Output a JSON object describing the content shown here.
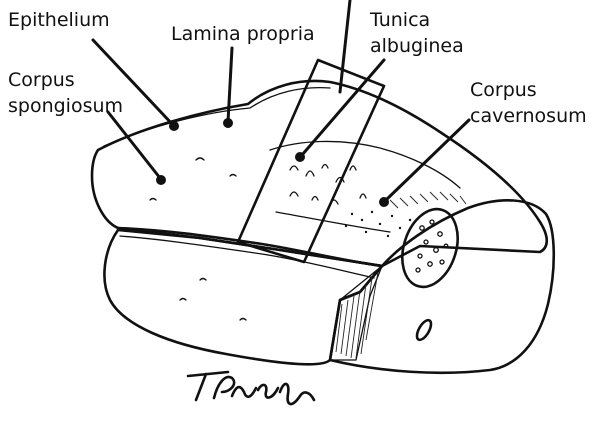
{
  "figure": {
    "labels": {
      "epithelium": "Epithelium",
      "lamina_propria": "Lamina propria",
      "tunica_line1": "Tunica",
      "tunica_line2": "albuginea",
      "corpus_spongiosum_line1": "Corpus",
      "corpus_spongiosum_line2": "spongiosum",
      "corpus_cavernosum_line1": "Corpus",
      "corpus_cavernosum_line2": "cavernosum"
    },
    "signature": "T Phelps"
  }
}
